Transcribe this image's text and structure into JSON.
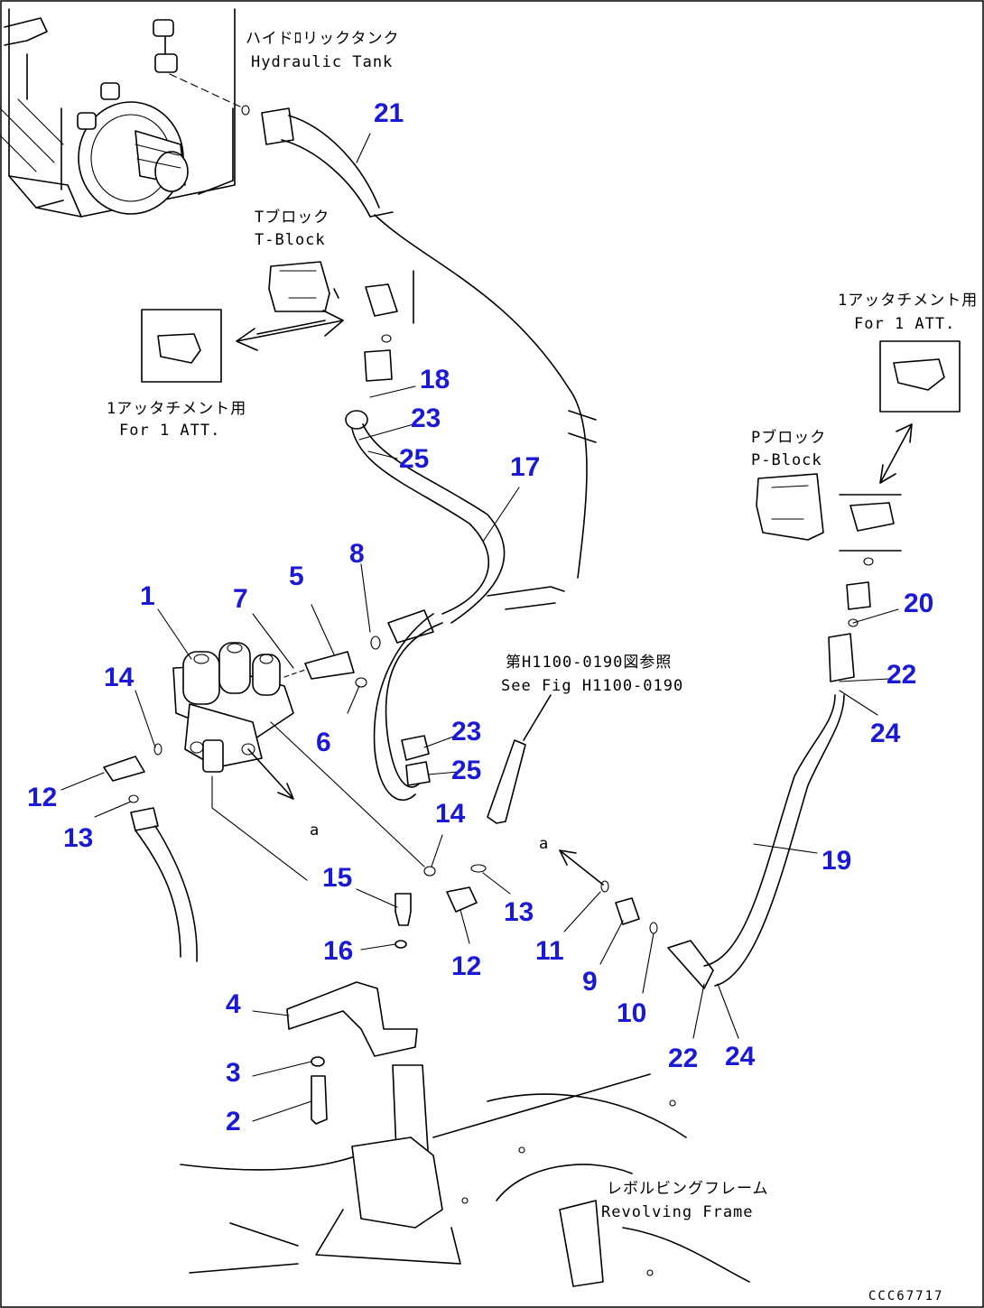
{
  "labels": {
    "hydraulic_tank_jp": "ハイドﾛリックタンク",
    "hydraulic_tank_en": "Hydraulic Tank",
    "t_block_jp": "Tブロック",
    "t_block_en": "T-Block",
    "for_1_att_left_jp": "1アッタチメント用",
    "for_1_att_left_en": "For 1 ATT.",
    "for_1_att_right_jp": "1アッタチメント用",
    "for_1_att_right_en": "For 1 ATT.",
    "p_block_jp": "Pブロック",
    "p_block_en": "P-Block",
    "see_fig_jp": "第H1100-0190図参照",
    "see_fig_en": "See Fig H1100-0190",
    "revolving_frame_jp": "レボルビングフレーム",
    "revolving_frame_en": "Revolving Frame",
    "arrow_ref_a1": "a",
    "arrow_ref_a2": "a",
    "figure_code": "CCC67717"
  },
  "callouts": [
    "21",
    "18",
    "23",
    "25",
    "17",
    "8",
    "5",
    "7",
    "1",
    "14",
    "6",
    "23",
    "25",
    "12",
    "13",
    "14",
    "15",
    "13",
    "11",
    "12",
    "16",
    "9",
    "10",
    "4",
    "3",
    "2",
    "22",
    "24",
    "20",
    "22",
    "24",
    "19"
  ]
}
